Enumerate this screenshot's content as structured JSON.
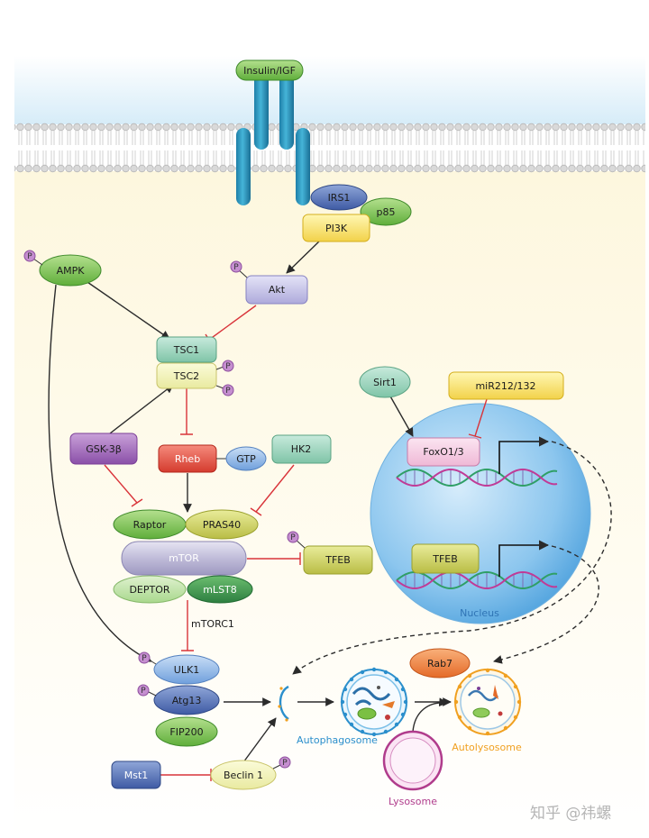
{
  "receptor": {
    "ligand": "Insulin/IGF"
  },
  "nodes": {
    "irs1": "IRS1",
    "p85": "p85",
    "pi3k": "PI3K",
    "akt": "Akt",
    "ampk": "AMPK",
    "tsc1": "TSC1",
    "tsc2": "TSC2",
    "gsk3b": "GSK-3β",
    "rheb": "Rheb",
    "gtp": "GTP",
    "hk2": "HK2",
    "raptor": "Raptor",
    "pras40": "PRAS40",
    "mtor": "mTOR",
    "deptor": "DEPTOR",
    "mlst8": "mLST8",
    "tfeb_cyto": "TFEB",
    "mtorc1": "mTORC1",
    "ulk1": "ULK1",
    "atg13": "Atg13",
    "fip200": "FIP200",
    "mst1": "Mst1",
    "beclin1": "Beclin 1",
    "sirt1": "Sirt1",
    "mir": "miR212/132",
    "foxo": "FoxO1/3",
    "tfeb_nuc": "TFEB",
    "nucleus": "Nucleus",
    "rab7": "Rab7",
    "autophagosome": "Autophagosome",
    "autolysosome": "Autolysosome",
    "lysosome": "Lysosome"
  },
  "phospho_label": "P",
  "watermark": "知乎 @祎螺",
  "colors": {
    "extracellular": "#d8eef9",
    "cytoplasm": "#fdf9e6",
    "membrane": "#d4d4d4",
    "receptor": "#2a97c0",
    "activation": "#2b2b2b",
    "inhibition": "#d9343a",
    "nucleus": "#6bb5e6",
    "autophagosome_text": "#2b8fcc",
    "autolysosome_text": "#f0a020",
    "lysosome_text": "#b03c8c"
  }
}
